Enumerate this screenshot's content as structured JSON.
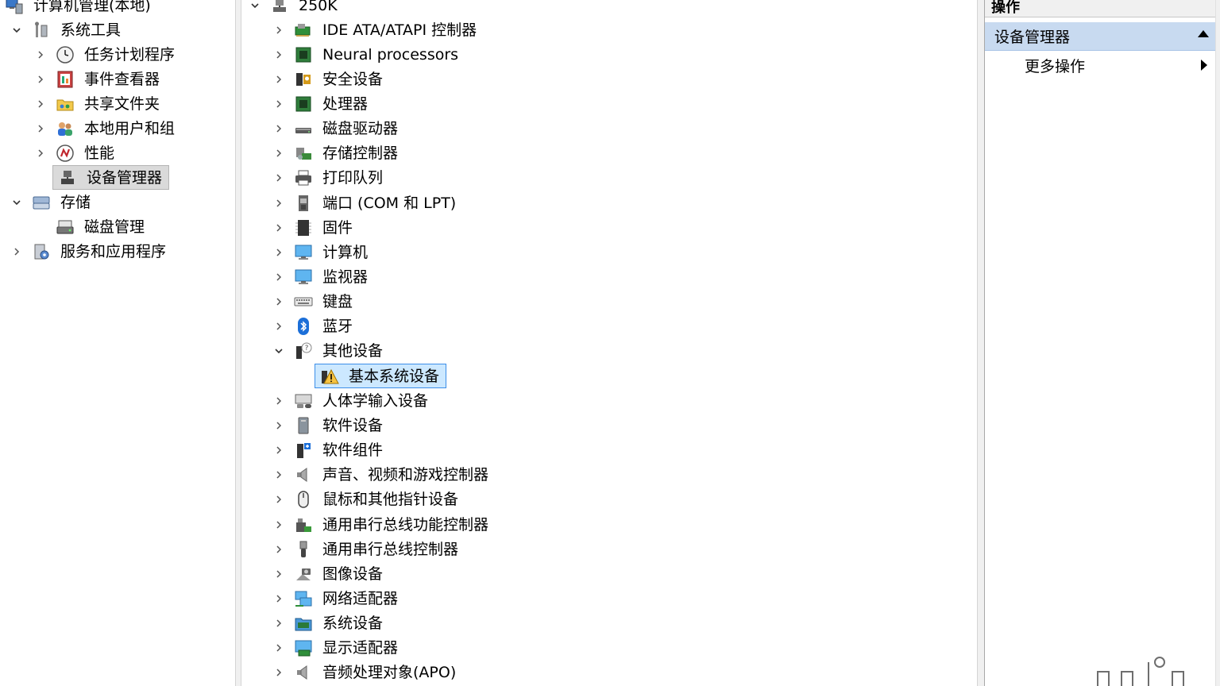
{
  "left_tree": {
    "root_label": "计算机管理(本地)",
    "items": [
      {
        "label": "系统工具",
        "expanded": true,
        "level": 1,
        "icon": "system-tools-icon"
      },
      {
        "label": "任务计划程序",
        "level": 2,
        "icon": "clock-icon"
      },
      {
        "label": "事件查看器",
        "level": 2,
        "icon": "event-viewer-icon"
      },
      {
        "label": "共享文件夹",
        "level": 2,
        "icon": "shared-folder-icon"
      },
      {
        "label": "本地用户和组",
        "level": 2,
        "icon": "users-icon"
      },
      {
        "label": "性能",
        "level": 2,
        "icon": "performance-icon"
      },
      {
        "label": "设备管理器",
        "level": 2,
        "icon": "device-manager-icon",
        "selected": true
      },
      {
        "label": "存储",
        "expanded": true,
        "level": 1,
        "icon": "storage-icon"
      },
      {
        "label": "磁盘管理",
        "level": 2,
        "icon": "disk-management-icon"
      },
      {
        "label": "服务和应用程序",
        "level": 1,
        "icon": "services-icon"
      }
    ]
  },
  "device_tree": {
    "root_label": "250K",
    "categories": [
      {
        "label": "IDE ATA/ATAPI 控制器",
        "icon": "ide-controller-icon"
      },
      {
        "label": "Neural processors",
        "icon": "processor-chip-icon"
      },
      {
        "label": "安全设备",
        "icon": "security-device-icon"
      },
      {
        "label": "处理器",
        "icon": "processor-chip-icon"
      },
      {
        "label": "磁盘驱动器",
        "icon": "disk-drive-icon"
      },
      {
        "label": "存储控制器",
        "icon": "storage-controller-icon"
      },
      {
        "label": "打印队列",
        "icon": "printer-icon"
      },
      {
        "label": "端口 (COM 和 LPT)",
        "icon": "port-icon"
      },
      {
        "label": "固件",
        "icon": "firmware-icon"
      },
      {
        "label": "计算机",
        "icon": "computer-monitor-icon"
      },
      {
        "label": "监视器",
        "icon": "computer-monitor-icon"
      },
      {
        "label": "键盘",
        "icon": "keyboard-icon"
      },
      {
        "label": "蓝牙",
        "icon": "bluetooth-icon"
      },
      {
        "label": "其他设备",
        "icon": "other-devices-icon",
        "expanded": true,
        "children": [
          {
            "label": "基本系统设备",
            "icon": "warning-device-icon",
            "selected": true
          }
        ]
      },
      {
        "label": "人体学输入设备",
        "icon": "hid-icon"
      },
      {
        "label": "软件设备",
        "icon": "software-device-icon"
      },
      {
        "label": "软件组件",
        "icon": "software-component-icon"
      },
      {
        "label": "声音、视频和游戏控制器",
        "icon": "speaker-icon"
      },
      {
        "label": "鼠标和其他指针设备",
        "icon": "mouse-icon"
      },
      {
        "label": "通用串行总线功能控制器",
        "icon": "usb-function-icon"
      },
      {
        "label": "通用串行总线控制器",
        "icon": "usb-icon"
      },
      {
        "label": "图像设备",
        "icon": "camera-icon"
      },
      {
        "label": "网络适配器",
        "icon": "network-adapter-icon"
      },
      {
        "label": "系统设备",
        "icon": "system-devices-icon"
      },
      {
        "label": "显示适配器",
        "icon": "display-adapter-icon"
      },
      {
        "label": "音频处理对象(APO)",
        "icon": "speaker-icon"
      }
    ]
  },
  "actions": {
    "header": "操作",
    "section_title": "设备管理器",
    "more_actions": "更多操作"
  },
  "colors": {
    "section_bg": "#c8daf0",
    "selected_blue": "#cce8ff",
    "selected_border": "#3c8ee8",
    "selected_grey": "#dadada"
  }
}
